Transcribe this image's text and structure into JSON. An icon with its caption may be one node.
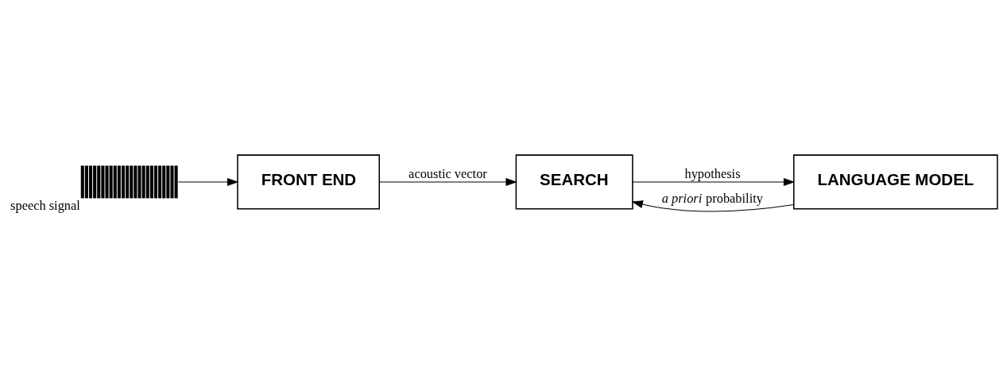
{
  "diagram": {
    "nodes": [
      {
        "text": [],
        "shape": "picture",
        "beside": [
          "speech signal"
        ]
      },
      {
        "text": [
          "FRONT END"
        ]
      },
      {
        "text": [
          "SEARCH"
        ]
      },
      {
        "text": [
          "LANGUAGE MODEL"
        ]
      }
    ],
    "edges": [
      {
        "from": 0,
        "to": 1,
        "arrow": "to"
      },
      {
        "from": 1,
        "to": 2,
        "arrow": "to",
        "label": "acoustic vector"
      },
      {
        "from": 2,
        "to": 3,
        "arrow": "to",
        "label": "hypothesis"
      },
      {
        "from": 3,
        "to": 2,
        "arrow": "to",
        "label": "*a priori* probability"
      }
    ]
  }
}
